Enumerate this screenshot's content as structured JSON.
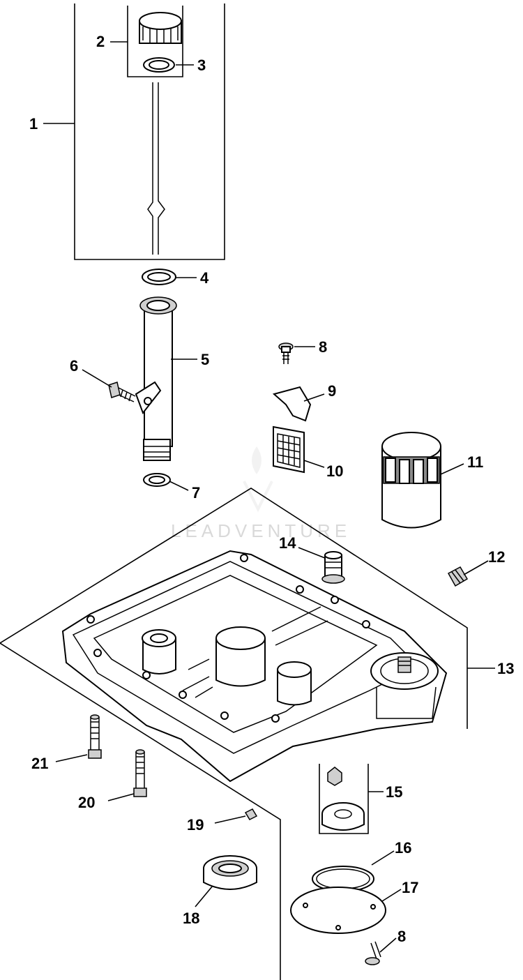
{
  "watermark": "LEADVENTURE",
  "callouts": {
    "c1": "1",
    "c2": "2",
    "c3": "3",
    "c4": "4",
    "c5": "5",
    "c6": "6",
    "c7": "7",
    "c8a": "8",
    "c9": "9",
    "c10": "10",
    "c11": "11",
    "c12": "12",
    "c13": "13",
    "c14": "14",
    "c15": "15",
    "c16": "16",
    "c17": "17",
    "c8b": "8",
    "c18": "18",
    "c19": "19",
    "c20": "20",
    "c21": "21"
  }
}
